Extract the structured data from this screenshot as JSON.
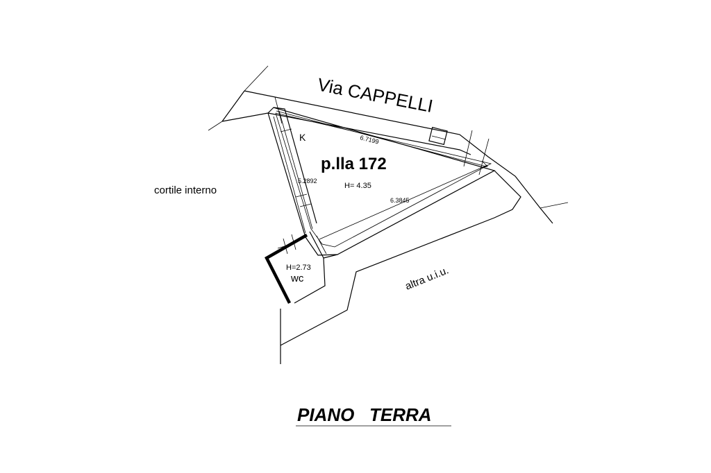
{
  "street_label": "Via CAPPELLI",
  "parcel_label": "p.lla 172",
  "room_height": "H= 4.35",
  "k_label": "K",
  "dim_top": "6.7199",
  "dim_left": "5.2892",
  "dim_bottom": "6.3845",
  "courtyard_label": "cortile interno",
  "other_unit_label": "altra u.i.u.",
  "wc_height": "H=2.73",
  "wc_label": "wc",
  "floor_title": "PIANO   TERRA"
}
